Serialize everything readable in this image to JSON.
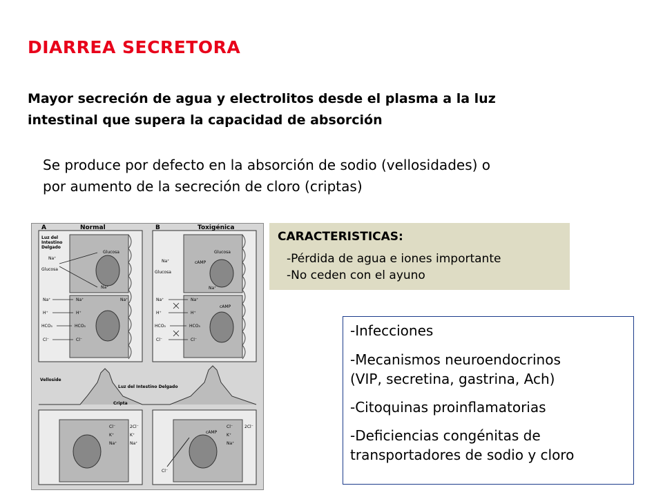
{
  "title": "DIARREA SECRETORA",
  "lead": {
    "line1": "Mayor secreción de agua y electrolitos desde el plasma  a la luz",
    "line2": "intestinal que supera la capacidad de absorción"
  },
  "paragraph": {
    "line1": "Se produce por defecto en la absorción de sodio (vellosidades) o",
    "line2": "por aumento de la secreción de cloro (criptas)"
  },
  "figure": {
    "panel_a": "A",
    "panel_a_title": "Normal",
    "panel_b": "B",
    "panel_b_title": "Toxigénica",
    "lumen_label_1": "Luz del",
    "lumen_label_2": "Intestino",
    "lumen_label_3": "Delgado",
    "villus_label": "Velloside",
    "lumen_center_label": "Luz del Intestino Delgado",
    "crypt_label": "Cripta",
    "ion_na": "Na⁺",
    "ion_glucosa": "Glucosa",
    "ion_h": "H⁺",
    "ion_hco3": "HCO₃",
    "ion_cl": "Cl⁻",
    "ion_2cl": "2Cl⁻",
    "ion_k": "K⁺",
    "camp": "cAMP"
  },
  "caracteristicas": {
    "heading": "CARACTERISTICAS:",
    "items": [
      "-Pérdida de agua e iones importante",
      "-No ceden con el ayuno"
    ]
  },
  "causes": {
    "items": [
      {
        "line1": "-Infecciones",
        "line2": ""
      },
      {
        "line1": "-Mecanismos neuroendocrinos",
        "line2": "(VIP, secretina, gastrina, Ach)"
      },
      {
        "line1": "-Citoquinas proinflamatorias",
        "line2": ""
      },
      {
        "line1": "-Deficiencias congénitas de",
        "line2": "transportadores de sodio y cloro"
      }
    ]
  },
  "colors": {
    "title": "#e8001a",
    "char_bg": "#dedcc4",
    "causes_border": "#1a3a8a"
  }
}
